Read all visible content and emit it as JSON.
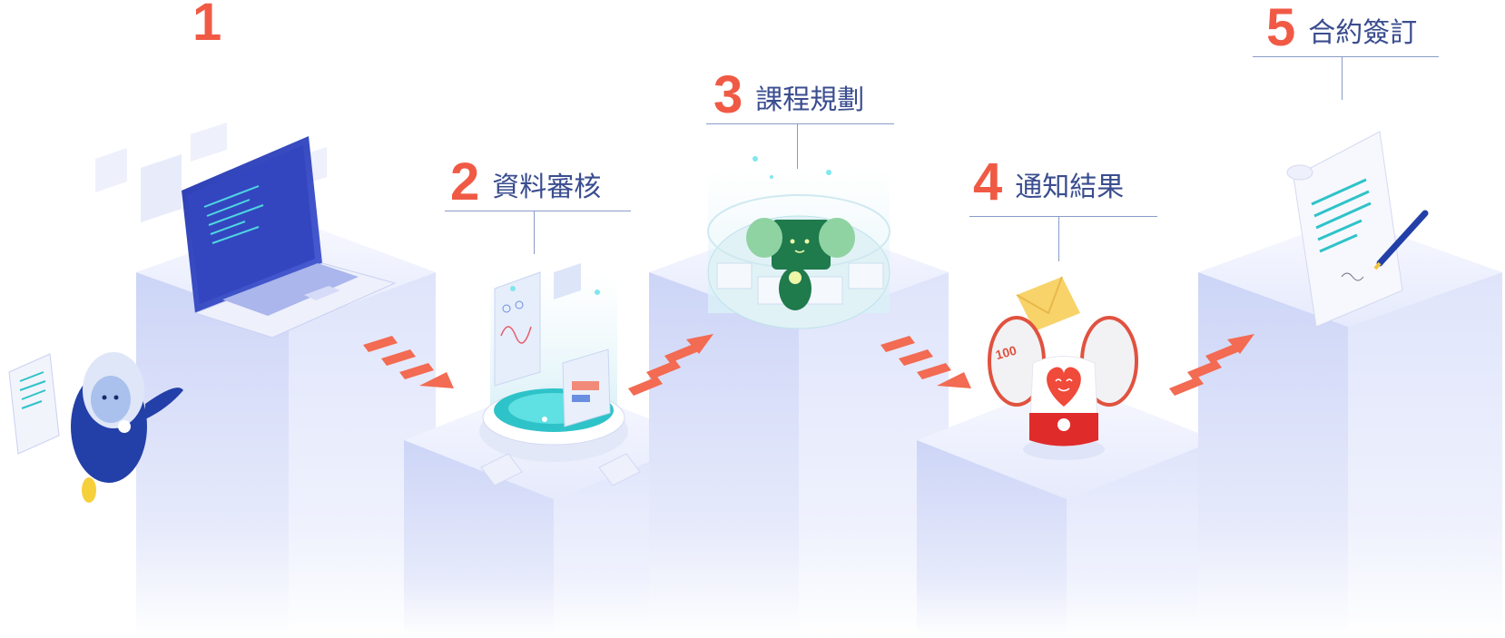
{
  "steps": [
    {
      "number": "1",
      "label": ""
    },
    {
      "number": "2",
      "label": "資料審核"
    },
    {
      "number": "3",
      "label": "課程規劃"
    },
    {
      "number": "4",
      "label": "通知結果"
    },
    {
      "number": "5",
      "label": "合約簽訂"
    }
  ],
  "illustrations": {
    "mascot_badge": "100"
  },
  "colors": {
    "step_number": "#f05a45",
    "step_label": "#3a4d8f",
    "pillar_top": "#eef1fd",
    "pillar_side": "#d6dcf8",
    "arrow": "#f26b52",
    "accent_teal": "#2ec3c9",
    "accent_green": "#1f7a4c",
    "accent_red": "#e02b2b"
  }
}
